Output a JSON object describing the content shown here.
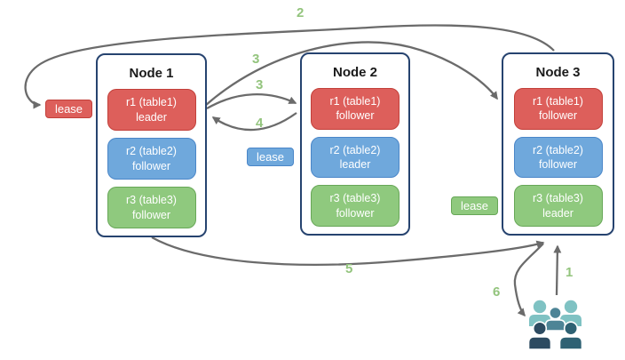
{
  "diagram": {
    "nodes": [
      {
        "title": "Node 1",
        "replicas": [
          {
            "name": "r1 (table1)",
            "role": "leader",
            "color": "red"
          },
          {
            "name": "r2 (table2)",
            "role": "follower",
            "color": "blue"
          },
          {
            "name": "r3 (table3)",
            "role": "follower",
            "color": "green"
          }
        ]
      },
      {
        "title": "Node 2",
        "replicas": [
          {
            "name": "r1 (table1)",
            "role": "follower",
            "color": "red"
          },
          {
            "name": "r2 (table2)",
            "role": "leader",
            "color": "blue"
          },
          {
            "name": "r3 (table3)",
            "role": "follower",
            "color": "green"
          }
        ]
      },
      {
        "title": "Node 3",
        "replicas": [
          {
            "name": "r1 (table1)",
            "role": "follower",
            "color": "red"
          },
          {
            "name": "r2 (table2)",
            "role": "follower",
            "color": "blue"
          },
          {
            "name": "r3 (table3)",
            "role": "leader",
            "color": "green"
          }
        ]
      }
    ],
    "leases": [
      {
        "label": "lease",
        "color": "red"
      },
      {
        "label": "lease",
        "color": "blue"
      },
      {
        "label": "lease",
        "color": "green"
      }
    ],
    "steps": [
      "1",
      "2",
      "3",
      "4",
      "5",
      "6"
    ],
    "icons": {
      "clients": "users-icon"
    },
    "colors": {
      "replica_red": "#dd5f5b",
      "replica_blue": "#6fa8dc",
      "replica_green": "#8fc97e",
      "node_border": "#26436f",
      "arrow_gray": "#6b6b6b",
      "step_green": "#93c47d",
      "users_light_teal": "#7fc2c3",
      "users_mid_teal": "#4d8496",
      "users_dark_navy": "#2d4b61",
      "users_dark_teal": "#2e6173"
    }
  }
}
